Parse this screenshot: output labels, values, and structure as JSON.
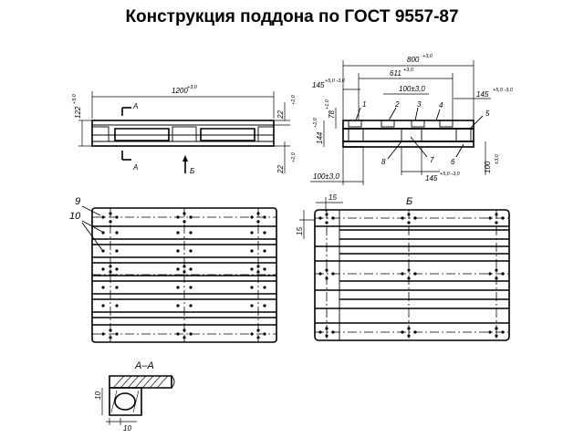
{
  "title": "Конструкция поддона по ГОСТ 9557-87",
  "side_view": {
    "length_dim": "1200",
    "length_tol": "+3,0",
    "height_dim": "122",
    "height_tol": "+5,0",
    "top_dim": "22",
    "top_tol": "+2,0",
    "bottom_dim": "22",
    "bottom_tol": "+2,0",
    "section_label_top": "A",
    "section_label_bottom": "A",
    "view_arrow_label": "Б"
  },
  "end_view": {
    "width_dim": "800",
    "width_tol": "+3,0",
    "inner_dim": "611",
    "inner_tol": "+3,0",
    "left_dim": "145",
    "left_tol": "+5,0 -3,0",
    "mid_dim": "100±3,0",
    "right_dim": "145",
    "right_tol": "+5,0 -3,0",
    "h78": "78",
    "h78_tol": "+1,0",
    "h144": "144",
    "h144_tol": "+2,0",
    "bottom_left_dim": "100±3,0",
    "bottom_mid_dim": "145",
    "bottom_mid_tol": "+5,0 -3,0",
    "bottom_right_dim": "100",
    "bottom_right_tol": "±3,0",
    "callouts": [
      "1",
      "2",
      "3",
      "4",
      "5",
      "6",
      "7",
      "8"
    ]
  },
  "plan_view": {
    "callouts": [
      "9",
      "10"
    ]
  },
  "view_b": {
    "label": "Б",
    "dim_15_top": "15",
    "dim_15_side": "15"
  },
  "section_aa": {
    "label": "А–А",
    "dim_10_side": "10",
    "dim_10_bottom": "10"
  }
}
